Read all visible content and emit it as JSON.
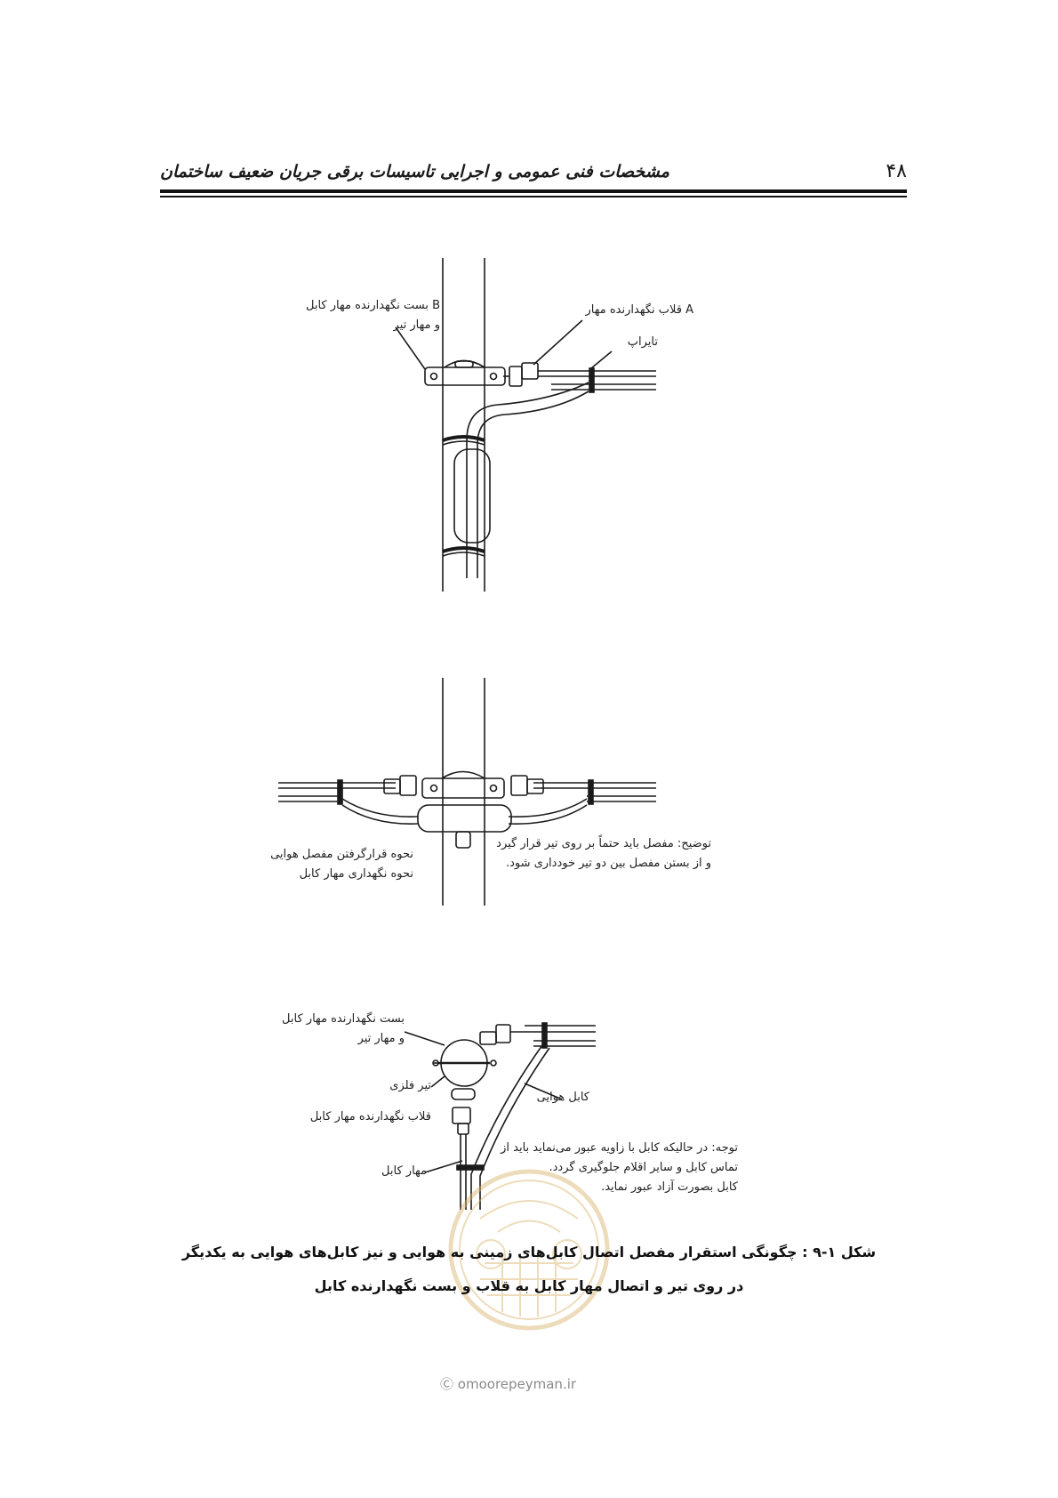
{
  "header": {
    "page_number": "۴۸",
    "running_title": "مشخصات فنی عمومی و اجرایی تاسیسات برقی جریان ضعیف ساختمان"
  },
  "figure1": {
    "label_b_line1": "B بست نگهدارنده مهار کابل",
    "label_b_line2": "و مهار تیر",
    "label_a": "A قلاب نگهدارنده مهار",
    "label_tirap": "تایراپ"
  },
  "figure2": {
    "label_left_line1": "نحوه قرارگرفتن مفصل هوایی",
    "label_left_line2": "نحوه نگهداری مهار کابل",
    "note_line1": "توضیح: مفصل باید حتماً بر روی تیر قرار گیرد",
    "note_line2": "و از بستن مفصل بین دو تیر خودداری شود."
  },
  "figure3": {
    "label_clamp_line1": "بست نگهدارنده مهار کابل",
    "label_clamp_line2": "و مهار تیر",
    "label_pole": "تیر فلزی",
    "label_hook": "قلاب نگهدارنده مهار کابل",
    "label_guy": "مهار کابل",
    "label_aerial": "کابل هوایی",
    "note_line1": "توجه: در حالیکه کابل با زاویه عبور می‌نماید باید از",
    "note_line2": "تماس کابل و سایر اقلام جلوگیری گردد.",
    "note_line3": "کابل بصورت آزاد عبور نماید."
  },
  "caption": {
    "line1": "شکل ۱-۹ : چگونگی استقرار مفصل اتصال کابل‌های زمینی به هوایی و نیز کابل‌های هوایی به یکدیگر",
    "line2": "در روی تیر و اتصال مهار کابل به قلاب و بست نگهدارنده کابل"
  },
  "watermark": {
    "website": "omoorepeyman.ir"
  },
  "colors": {
    "ink": "#1a1a1a",
    "watermark": "#d9b36a"
  }
}
